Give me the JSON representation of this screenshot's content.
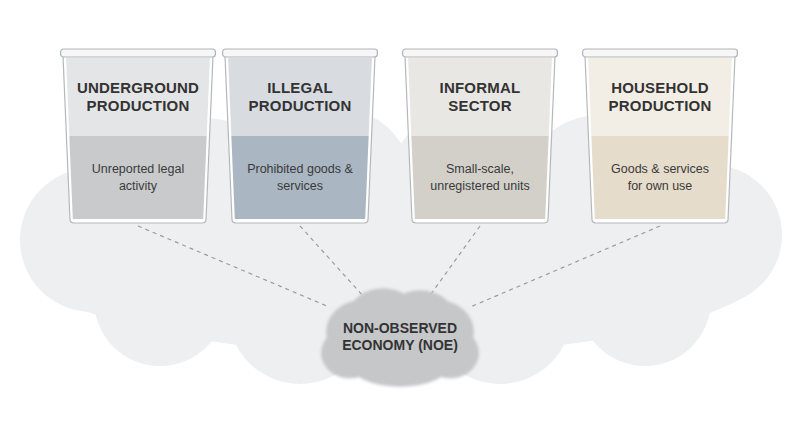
{
  "diagram": {
    "nodes": [
      {
        "text": [
          "UNDERGROUND PRODUCTION",
          "Unreported legal activity"
        ]
      },
      {
        "text": [
          "ILLEGAL PRODUCTION",
          "Prohibited goods & services"
        ]
      },
      {
        "text": [
          "INFORMAL SECTOR",
          "Small-scale, unregistered units"
        ]
      },
      {
        "text": [
          "HOUSEHOLD PRODUCTION",
          "Goods & services for own use"
        ]
      },
      {
        "text": [
          "NON-OBSERVED ECONOMY (NOE)"
        ]
      }
    ],
    "edges": [
      {
        "from": 0,
        "to": 4,
        "arrow": "none"
      },
      {
        "from": 1,
        "to": 4,
        "arrow": "none"
      },
      {
        "from": 2,
        "to": 4,
        "arrow": "none"
      },
      {
        "from": 3,
        "to": 4,
        "arrow": "none"
      }
    ]
  }
}
